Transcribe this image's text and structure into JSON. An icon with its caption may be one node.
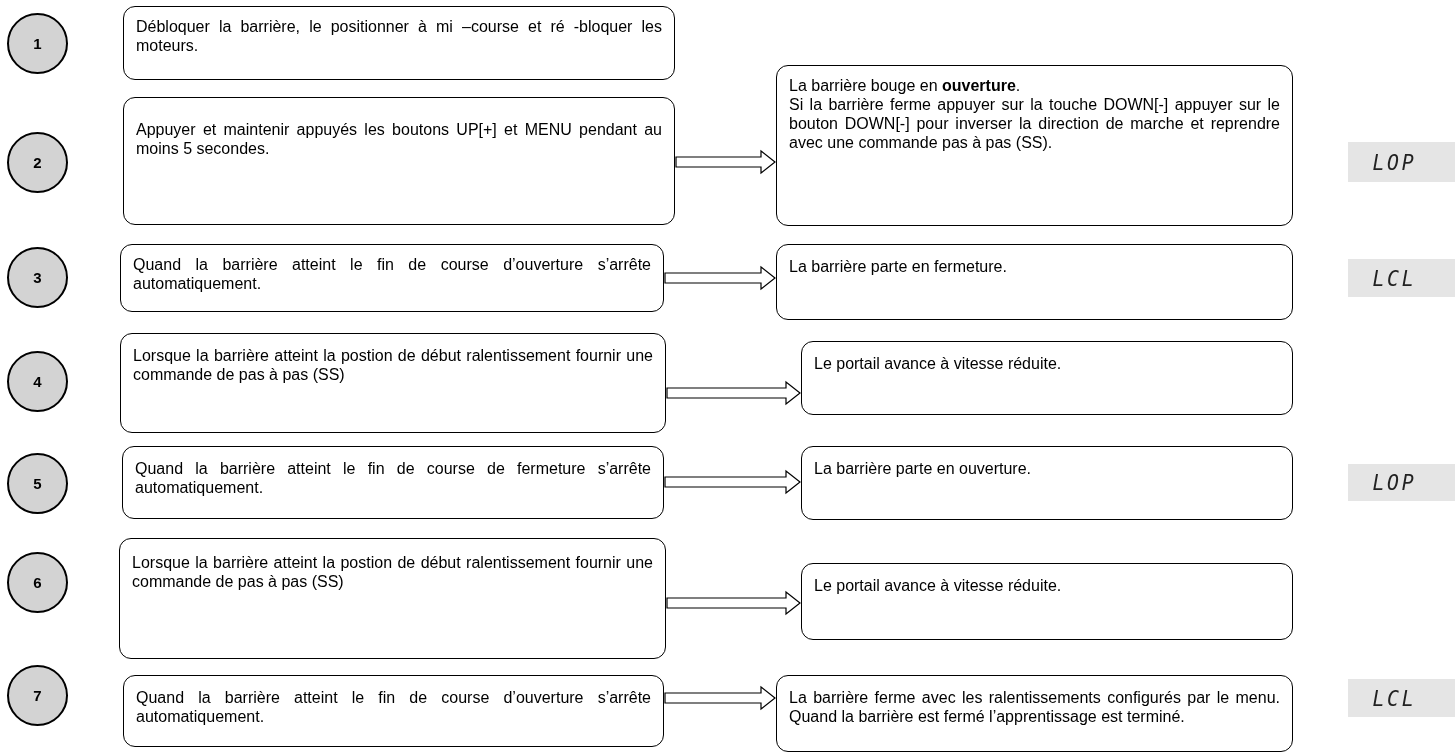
{
  "diagram": {
    "nodes": [
      {
        "text": [
          "1"
        ]
      },
      {
        "text": [
          "Débloquer la barrière, le positionner à mi –course et ré -bloquer les moteurs."
        ]
      },
      {
        "text": [
          "2"
        ]
      },
      {
        "text": [
          "Appuyer et maintenir appuyés les boutons UP[+] et MENU pendant au moins 5 secondes."
        ]
      },
      {
        "text": [
          "La barrière bouge en **ouverture**.",
          "Si la barrière ferme appuyer sur la touche DOWN[-] appuyer sur le bouton  DOWN[-] pour inverser la direction de marche et reprendre avec une commande pas à pas (SS)."
        ]
      },
      {
        "text": [
          "LOP"
        ]
      },
      {
        "text": [
          "3"
        ]
      },
      {
        "text": [
          "Quand la barrière atteint le fin de course d’ouverture s’arrête automatiquement."
        ]
      },
      {
        "text": [
          "La barrière parte en fermeture."
        ]
      },
      {
        "text": [
          "LCL"
        ]
      },
      {
        "text": [
          "4"
        ]
      },
      {
        "text": [
          "Lorsque la barrière atteint la postion de début ralentissement fournir une commande de pas à pas (SS)"
        ]
      },
      {
        "text": [
          "Le portail avance à vitesse réduite."
        ]
      },
      {
        "text": [
          "5"
        ]
      },
      {
        "text": [
          "Quand la barrière atteint le fin de course de fermeture s’arrête automatiquement."
        ]
      },
      {
        "text": [
          "La barrière parte en ouverture."
        ]
      },
      {
        "text": [
          "LOP"
        ]
      },
      {
        "text": [
          "6"
        ]
      },
      {
        "text": [
          "Lorsque la barrière atteint la postion de début ralentissement fournir une commande de pas à pas (SS)"
        ]
      },
      {
        "text": [
          "Le portail avance à vitesse réduite."
        ]
      },
      {
        "text": [
          "7"
        ]
      },
      {
        "text": [
          "Quand la barrière atteint le fin de course d’ouverture s’arrête automatiquement."
        ]
      },
      {
        "text": [
          "La barrière ferme avec les ralentissements configurés par le menu. Quand la barrière est fermé l’apprentissage est terminé."
        ]
      },
      {
        "text": [
          "LCL"
        ]
      }
    ],
    "edges": [
      {
        "from": 3,
        "to": 4,
        "arrow": "to"
      },
      {
        "from": 7,
        "to": 8,
        "arrow": "to"
      },
      {
        "from": 11,
        "to": 12,
        "arrow": "to"
      },
      {
        "from": 14,
        "to": 15,
        "arrow": "to"
      },
      {
        "from": 18,
        "to": 19,
        "arrow": "to"
      },
      {
        "from": 21,
        "to": 22,
        "arrow": "to"
      }
    ]
  }
}
